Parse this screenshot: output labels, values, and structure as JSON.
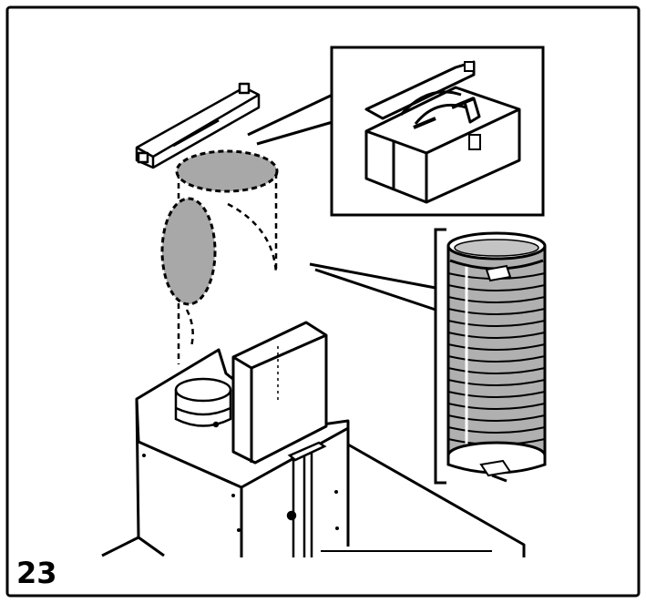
{
  "figure": {
    "step_number": "23",
    "colors": {
      "line": "#000000",
      "fill_gray": "#a8a8a8",
      "duct_gray": "#b0b0b0",
      "background": "#ffffff"
    },
    "components": [
      "wall-bracket",
      "duct-adapter",
      "flexible-duct-hose",
      "hood-chimney-body",
      "hood-top-collar",
      "motor-box"
    ]
  }
}
